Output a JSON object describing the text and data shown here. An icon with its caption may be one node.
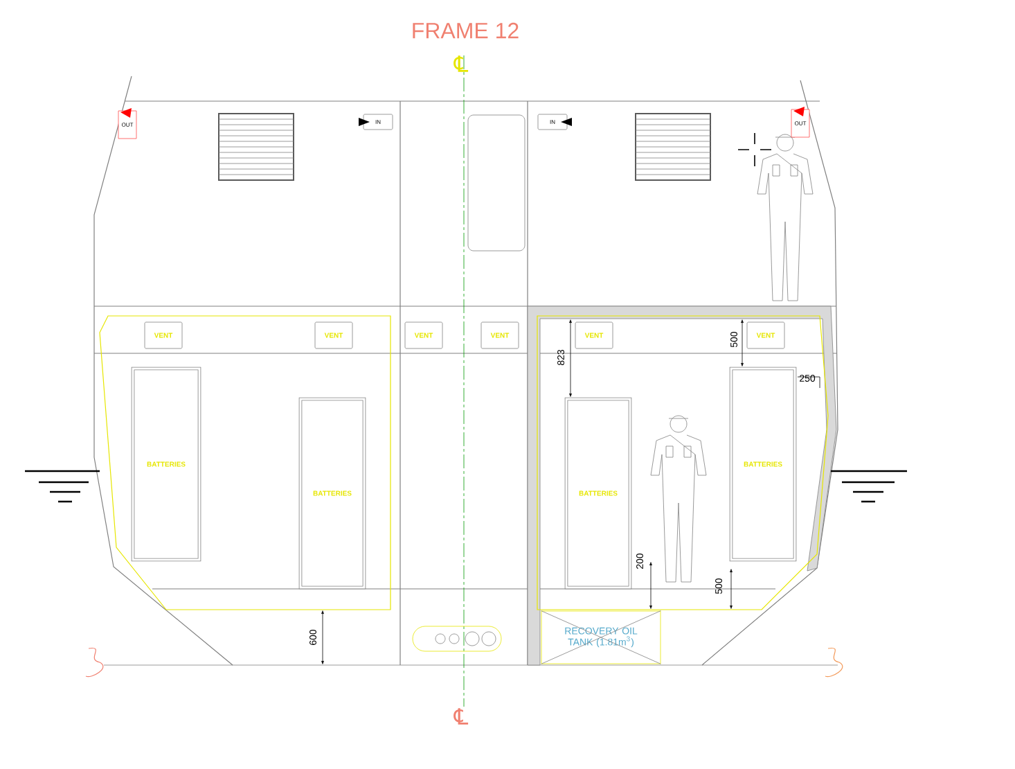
{
  "diagram": {
    "title": "FRAME 12",
    "nodes": [
      {
        "text": [
          "OUT"
        ]
      },
      {
        "text": [
          "IN"
        ]
      },
      {
        "text": [
          "IN"
        ]
      },
      {
        "text": [
          "OUT"
        ]
      },
      {
        "text": [
          "VENT"
        ]
      },
      {
        "text": [
          "VENT"
        ]
      },
      {
        "text": [
          "VENT"
        ]
      },
      {
        "text": [
          "VENT"
        ]
      },
      {
        "text": [
          "VENT"
        ]
      },
      {
        "text": [
          "VENT"
        ]
      },
      {
        "text": [
          "BATTERIES"
        ]
      },
      {
        "text": [
          "BATTERIES"
        ]
      },
      {
        "text": [
          "BATTERIES"
        ]
      },
      {
        "text": [
          "BATTERIES"
        ]
      },
      {
        "text": [
          "RECOVERY OIL TANK (1.81m$^{3}$)"
        ]
      }
    ],
    "labels": [
      "℄",
      "823",
      "500",
      "250",
      "200",
      "500",
      "600",
      "℄"
    ]
  }
}
